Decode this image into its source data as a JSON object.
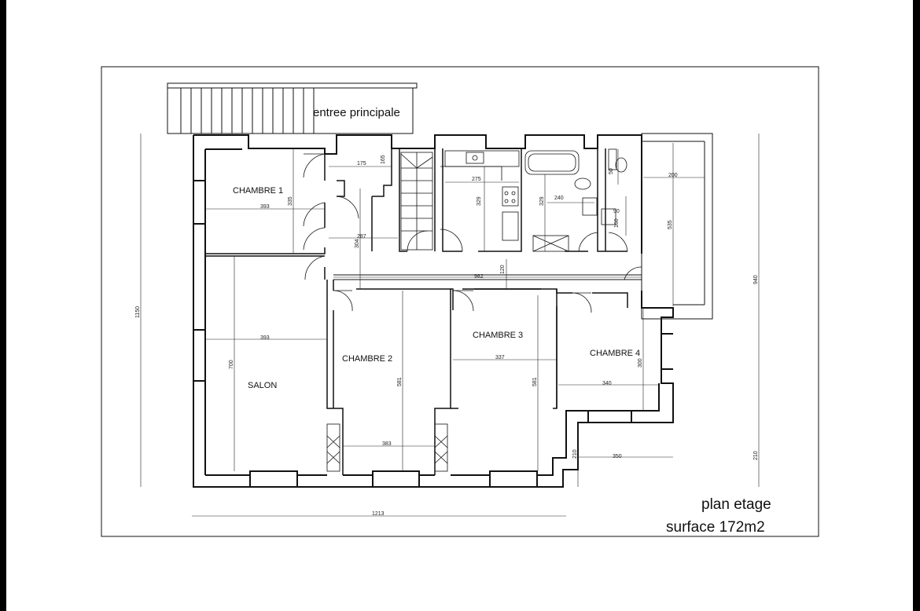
{
  "entrance_label": "entree principale",
  "rooms": {
    "chambre1": "CHAMBRE 1",
    "chambre2": "CHAMBRE 2",
    "chambre3": "CHAMBRE 3",
    "chambre4": "CHAMBRE 4",
    "salon": "SALON"
  },
  "dimensions": {
    "d1150": "1150",
    "d940": "940",
    "d210_right": "210",
    "d1213": "1213",
    "d393_a": "393",
    "d335": "335",
    "d175": "175",
    "d165": "165",
    "d287": "287",
    "d304": "304",
    "d275": "275",
    "d329_a": "329",
    "d329_b": "329",
    "d240": "240",
    "d50": "50",
    "d90": "90",
    "d160": "160",
    "d200": "200",
    "d535": "535",
    "d982": "982",
    "d120": "120",
    "d393_b": "393",
    "d700": "700",
    "d581_a": "581",
    "d581_b": "581",
    "d383": "383",
    "d337": "337",
    "d340": "340",
    "d300": "300",
    "d210_low": "210",
    "d350": "350"
  },
  "caption": {
    "title": "plan etage",
    "surface": "surface 172m2"
  },
  "colors": {
    "background_bar": "#000000",
    "sheet": "#ffffff",
    "line": "#111111"
  }
}
